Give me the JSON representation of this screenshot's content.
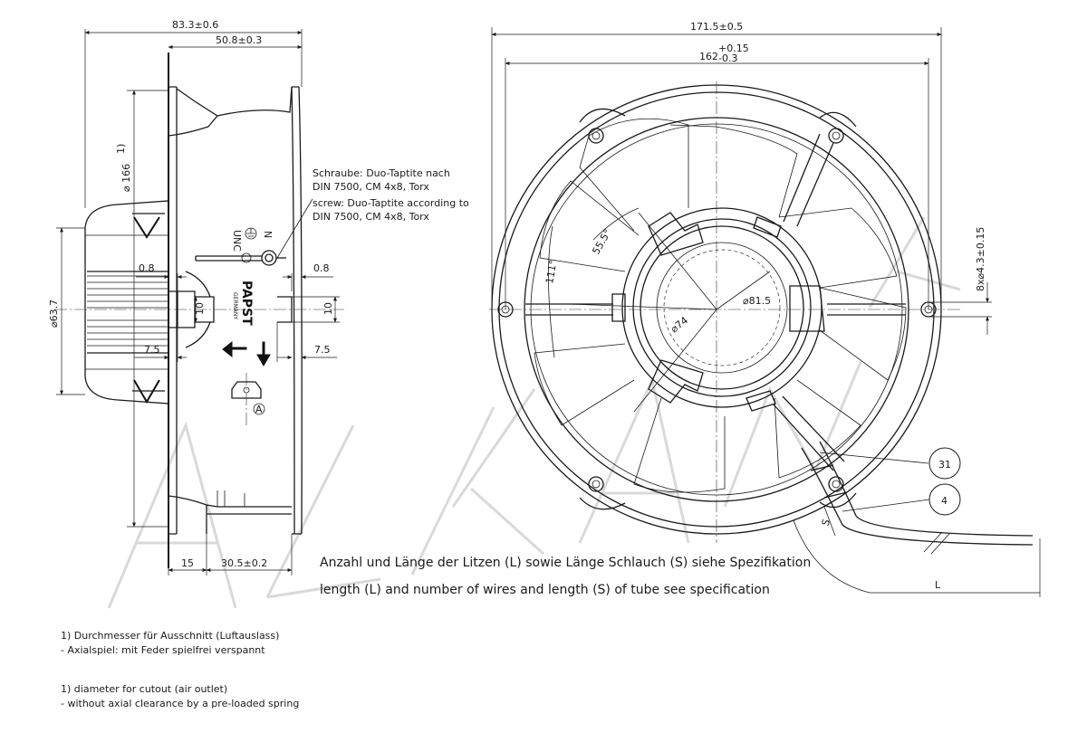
{
  "dimensions": {
    "overall_depth": "83.3±0.6",
    "frame_depth": "50.8±0.3",
    "cutout_diameter": "⌀ 166",
    "footnote_ref": "1)",
    "hub_diameter": "⌀63.7",
    "gap_left": "0.8",
    "gap_right": "0.8",
    "shaft_left": "10",
    "shaft_right": "10",
    "offset_left": "7.5",
    "offset_right": "7.5",
    "bottom_15": "15",
    "bottom_305": "30.5±0.2",
    "outer_width": "171.5±0.5",
    "hole_spacing": "162",
    "hole_tol_upper": "+0.15",
    "hole_tol_lower": "-0.3",
    "holes": "8x⌀4.3±0.15",
    "angle_111": "111°",
    "angle_555": "55.5°",
    "dia_815": "⌀81.5",
    "dia_74": "⌀74"
  },
  "labels": {
    "screw_de_1": "Schraube: Duo-Taptite nach",
    "screw_de_2": "DIN 7500, CM 4x8, Torx",
    "screw_en_1": "screw: Duo-Taptite according to",
    "screw_en_2": "DIN 7500, CM 4x8, Torx",
    "brand": "PAPST",
    "brand_sub": "GERMANY",
    "mark_a": "A",
    "bubble_31": "31",
    "bubble_4": "4",
    "letter_s": "S",
    "letter_l": "L",
    "unc": "UNC",
    "n_mark": "N",
    "wires_de": "Anzahl und Länge der Litzen (L) sowie Länge Schlauch (S) siehe Spezifikation",
    "wires_en": "length (L) and number of wires and length (S) of tube see specification"
  },
  "footnotes": {
    "de_1": "1) Durchmesser für Ausschnitt (Luftauslass)",
    "de_2": "- Axialspiel: mit Feder spielfrei verspannt",
    "en_1": "1) diameter for cutout (air outlet)",
    "en_2": "- without axial clearance by a pre-loaded spring"
  },
  "watermark": "ALKA"
}
